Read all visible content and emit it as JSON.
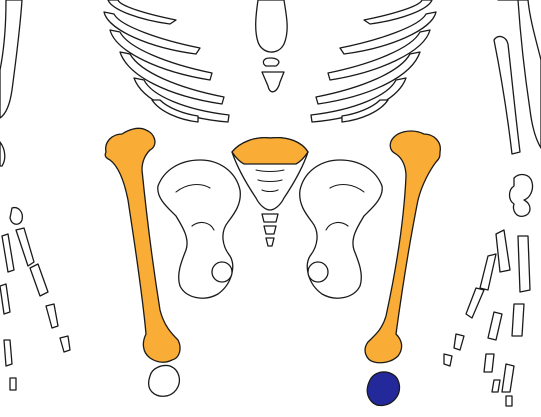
{
  "colors": {
    "femur": "#F9AD36",
    "sacrum_highlight": "#F9AD36",
    "patella_right": "#23299A",
    "bone_fill": "#FFFFFF",
    "outline": "#1A1A1A"
  },
  "highlighted": [
    "left-femur",
    "right-femur",
    "sacrum-top"
  ],
  "selected": [
    "right-patella"
  ]
}
